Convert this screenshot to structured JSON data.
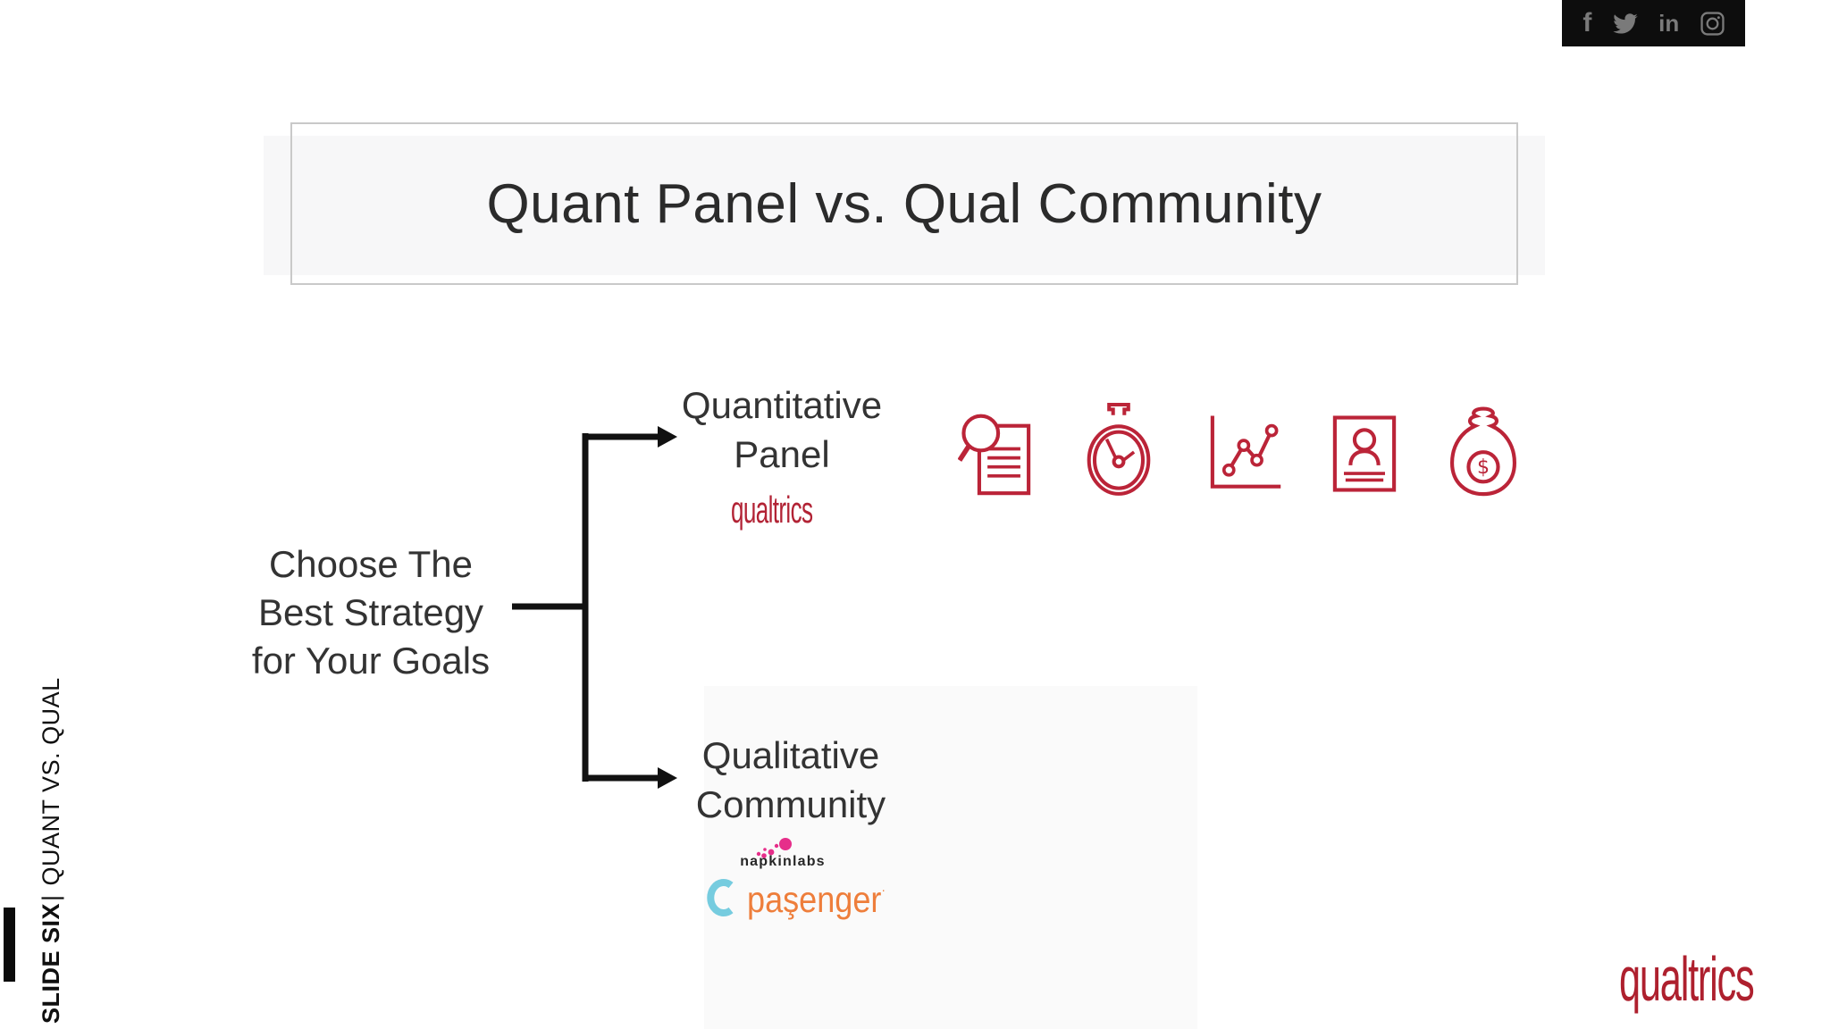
{
  "title": "Quant Panel vs. Qual Community",
  "social_bar": {
    "icons": [
      {
        "name": "facebook",
        "label": "f"
      },
      {
        "name": "twitter",
        "label": ""
      },
      {
        "name": "linkedin",
        "label": "in"
      },
      {
        "name": "instagram",
        "label": ""
      }
    ]
  },
  "sidebar": {
    "slide_label_bold": "SLIDE SIX",
    "separator": "|",
    "slide_label_rest": "QUANT VS. QUAL"
  },
  "tree": {
    "root_lines": [
      "Choose The",
      "Best Strategy",
      "for Your Goals"
    ],
    "branches": [
      {
        "id": "quantitative-panel",
        "lines": [
          "Quantitative",
          "Panel"
        ],
        "logo": "qualtrics"
      },
      {
        "id": "qualitative-community",
        "lines": [
          "Qualitative",
          "Community"
        ],
        "logos": [
          "napkinlabs",
          "passenger"
        ]
      }
    ]
  },
  "logos": {
    "qualtrics_small": "qualtrics",
    "napkinlabs": "napkinlabs",
    "passenger": "paşenger",
    "passenger_tm": "·",
    "qualtrics_footer": "qualtrics"
  },
  "benefit_icons": [
    "document-search",
    "stopwatch",
    "line-chart",
    "person-badge",
    "money-bag"
  ],
  "colors": {
    "icon_red": "#bb2438",
    "qualtrics_red": "#ae202e",
    "napkinlabs_pink": "#e62e8a",
    "passenger_cyan": "#76ccdf",
    "passenger_orange": "#ee7e3b",
    "social_bar_bg": "#0d0d0d",
    "social_icon_gray": "#7a7a7a",
    "title_band_gray": "#f7f7f8"
  }
}
